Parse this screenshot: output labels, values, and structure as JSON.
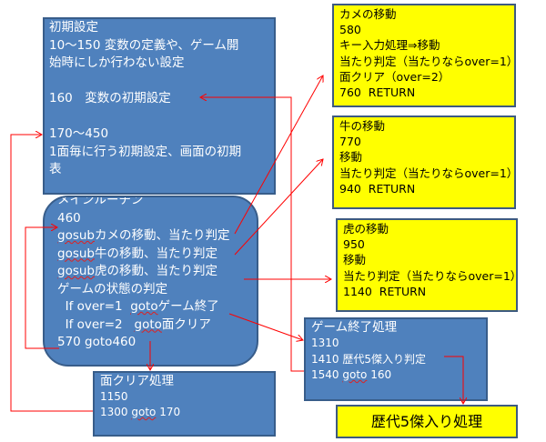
{
  "init_box": {
    "lines": [
      "初期設定",
      "10～150 変数の定義や、ゲーム開",
      "始時にしか行わない設定",
      "",
      "160　変数の初期設定",
      "",
      "170～450",
      "1面毎に行う初期設定、画面の初期",
      "表"
    ]
  },
  "main_box": {
    "title": "メインルーチン",
    "line_460": "460",
    "gosub": "gosub",
    "goto": "goto",
    "call_kame": "カメの移動、当たり判定",
    "call_ushi": "牛の移動、当たり判定",
    "call_tora": "虎の移動、当たり判定",
    "state": "ゲームの状態の判定",
    "if1_prefix": "  If over=1  ",
    "if1_target": "ゲーム終了",
    "if2_prefix": "  If over=2   ",
    "if2_target": "面クリア",
    "loop": "570 goto460"
  },
  "clear_box": {
    "title": "面クリア処理",
    "line1": "1150",
    "line2_prefix": "1300 ",
    "line2_goto": "goto",
    "line2_suffix": " 170"
  },
  "kame_box": {
    "lines": [
      "カメの移動",
      "580",
      "キー入力処理⇒移動",
      "当たり判定（当たりならover=1）",
      "面クリア（over=2）",
      "760  RETURN"
    ]
  },
  "ushi_box": {
    "lines": [
      "牛の移動",
      "770",
      "移動",
      "当たり判定（当たりならover=1）",
      "940  RETURN"
    ]
  },
  "tora_box": {
    "lines": [
      "虎の移動",
      "950",
      "移動",
      "当たり判定（当たりならover=1）",
      "1140  RETURN"
    ]
  },
  "over_box": {
    "title": "ゲーム終了処理",
    "line1": "1310",
    "line2": "1410 歴代5傑入り判定",
    "line3_prefix": "1540 ",
    "line3_goto": "goto",
    "line3_suffix": " 160"
  },
  "ranking_box": {
    "label": "歴代5傑入り処理"
  },
  "colors": {
    "box_blue": "#4f81bd",
    "box_yellow": "#ffff00",
    "arrow": "#ff0000"
  }
}
